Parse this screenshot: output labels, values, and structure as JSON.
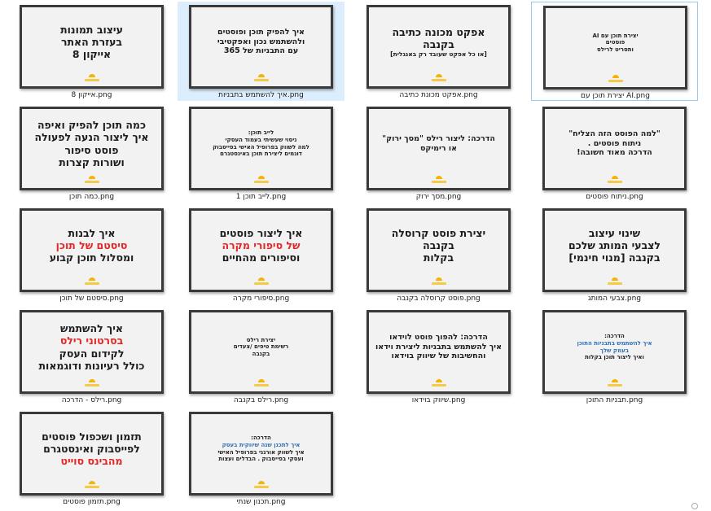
{
  "items": [
    {
      "filename": "אייקון 8.png",
      "size": "l",
      "lines": [
        {
          "t": "עיצוב תמונות"
        },
        {
          "t": "בעזרת האתר"
        },
        {
          "t": "אייקון 8"
        }
      ]
    },
    {
      "filename": "איך להשתמש בתבניות.png",
      "size": "m",
      "selected": true,
      "lines": [
        {
          "t": "איך להפיק תוכן ופוסטים"
        },
        {
          "t": "ולהשתמש נכון ואפקטיבי"
        },
        {
          "t": "עם התבניות של 365"
        }
      ]
    },
    {
      "filename": "אפקט מכונת כתיבה.png",
      "size": "l",
      "lines": [
        {
          "t": "אפקט מכונה כתיבה"
        },
        {
          "t": "בקנבה"
        },
        {
          "t": "[או כל אפקט שעובד רק באנגלית]",
          "small": true
        }
      ]
    },
    {
      "filename": "יצירת תוכן עם AI.png",
      "size": "s",
      "focused": true,
      "lines": [
        {
          "t": "יצירת תוכן עם AI"
        },
        {
          "t": "פוסטים"
        },
        {
          "t": "ותסריט לרילס"
        }
      ]
    },
    {
      "filename": "כמה תוכן.png",
      "size": "l",
      "lines": [
        {
          "t": "כמה תוכן להפיק ואיפה"
        },
        {
          "t": "איך ליצור הנעה לפעולה"
        },
        {
          "t": "פוסט סיפור"
        },
        {
          "t": "ושורות קצרות"
        }
      ]
    },
    {
      "filename": "לייב תוכן 1.png",
      "size": "s",
      "lines": [
        {
          "t": "לייב תוכן:"
        },
        {
          "t": "ניסוי שעשיתי בעמוד העסקי"
        },
        {
          "t": "למה לשווק בפרופיל האישי בפייסבוק"
        },
        {
          "t": "דוגמים ליצירת תוכן באינסטגרם"
        }
      ]
    },
    {
      "filename": "מסך ירוק.png",
      "size": "m",
      "lines": [
        {
          "t": "הדרכה:  ליצור רילס \"מסך ירוק\""
        },
        {
          "t": "או רימיקס"
        }
      ]
    },
    {
      "filename": "ניתוח פוסטים.png",
      "size": "m",
      "lines": [
        {
          "t": "\"למה הפוסט הזה הצליח\""
        },
        {
          "t": "ניתוח פוסטים ."
        },
        {
          "t": "הדרכה מאוד חשובה!"
        }
      ]
    },
    {
      "filename": "סיסטם של תוכן.png",
      "size": "l",
      "lines": [
        {
          "t": "איך לבנות"
        },
        {
          "t": "סיסטם של תוכן",
          "c": "red"
        },
        {
          "t": "ומסלול תוכן קבוע"
        }
      ]
    },
    {
      "filename": "סיפורי מקרה.png",
      "size": "l",
      "lines": [
        {
          "t": "איך ליצור פוסטים"
        },
        {
          "t": "של סיפורי מקרה",
          "c": "red"
        },
        {
          "t": "וסיפורים מהחיים"
        }
      ]
    },
    {
      "filename": "פוסט קרוסלה בקנבה.png",
      "size": "l",
      "lines": [
        {
          "t": "יצירת פוסט קרוסלה"
        },
        {
          "t": "בקנבה"
        },
        {
          "t": "בקלות"
        }
      ]
    },
    {
      "filename": "צבעי המותג.png",
      "size": "l",
      "lines": [
        {
          "t": "שינוי  עיצוב"
        },
        {
          "t": "לצבעי המותג שלכם"
        },
        {
          "t": "בקנבה [מנוי חינמי]"
        }
      ]
    },
    {
      "filename": "רילס - הדרכה.png",
      "size": "l",
      "lines": [
        {
          "t": "איך להשתמש"
        },
        {
          "t": "בסרטוני  רילס",
          "c": "red"
        },
        {
          "t": "לקידום העסק"
        },
        {
          "t": "כולל רעיונות ודוגמאות"
        }
      ]
    },
    {
      "filename": "רילס בקנבה.png",
      "size": "s",
      "lines": [
        {
          "t": "יצירת רילס"
        },
        {
          "t": "רשימת טיפים /צעדים"
        },
        {
          "t": "בקנבה"
        }
      ]
    },
    {
      "filename": "שיווק בוידאו.png",
      "size": "m",
      "lines": [
        {
          "t": "הדרכה:  להפוך פוסט לוידאו"
        },
        {
          "t": "איך להשתמש בתבניות ליצירת וידאו"
        },
        {
          "t": "והחשיבות של שיווק בוידאו"
        }
      ]
    },
    {
      "filename": "תבניות התוכן.png",
      "size": "s",
      "lines": [
        {
          "t": "הדרכה:"
        },
        {
          "t": "איך להשתמש בתבניות התוכן",
          "c": "blue"
        },
        {
          "t": "בעמק שלך",
          "c": "blue"
        },
        {
          "t": "ואיך ליצור תוכן בקלות"
        }
      ]
    },
    {
      "filename": "תזמון פוסטים.png",
      "size": "l",
      "lines": [
        {
          "t": "תזמון ושכפול פוסטים"
        },
        {
          "t": "לפייסבוק ואינסטגרם"
        },
        {
          "t": "מהבינס סוייט",
          "c": "red"
        }
      ]
    },
    {
      "filename": "תכנון שנתי.png",
      "size": "s",
      "lines": [
        {
          "t": "הדרכה:"
        },
        {
          "t": "איך לתכנן שנה שיווקית בעסק",
          "c": "blue"
        },
        {
          "t": "איך לשווק אורגני בפרופיל האישי"
        },
        {
          "t": "ועסקי בפייסבוק . הבדלים ועצות"
        }
      ]
    }
  ],
  "logo_colors": {
    "sun": "#f4b400",
    "bar": "#f7c948"
  },
  "selection_color": "#dceefd"
}
